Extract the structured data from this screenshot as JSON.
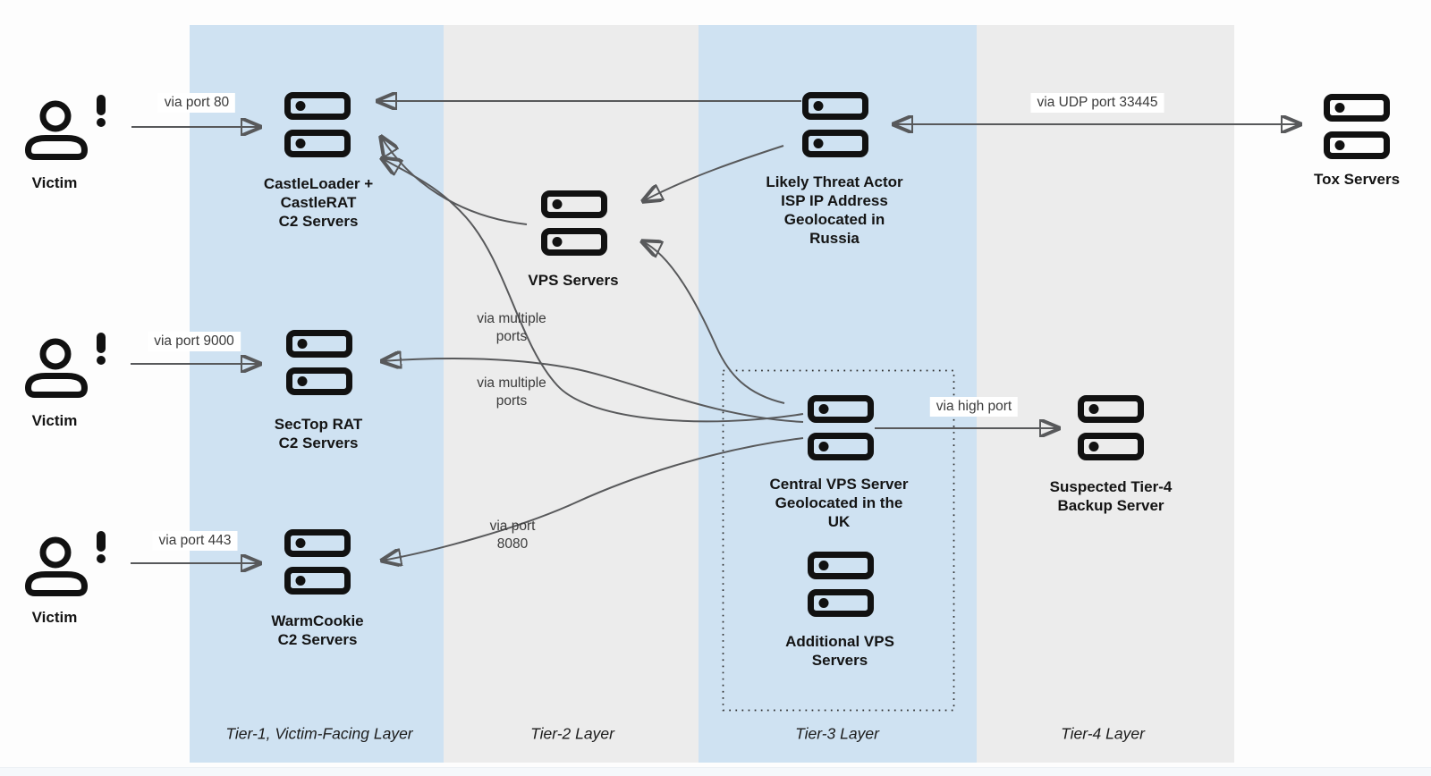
{
  "diagram": {
    "tiers": [
      {
        "label": "Tier-1, Victim-Facing Layer"
      },
      {
        "label": "Tier-2 Layer"
      },
      {
        "label": "Tier-3 Layer"
      },
      {
        "label": "Tier-4 Layer"
      }
    ],
    "victims": [
      {
        "label": "Victim"
      },
      {
        "label": "Victim"
      },
      {
        "label": "Victim"
      }
    ],
    "nodes": {
      "castleloader": {
        "lines": [
          "CastleLoader +",
          "CastleRAT",
          "C2 Servers"
        ]
      },
      "sectop": {
        "lines": [
          "SecTop RAT",
          "C2 Servers"
        ]
      },
      "warmcookie": {
        "lines": [
          "WarmCookie",
          "C2 Servers"
        ]
      },
      "vps": {
        "lines": [
          "VPS Servers"
        ]
      },
      "threat_actor": {
        "lines": [
          "Likely Threat Actor",
          "ISP IP Address",
          "Geolocated in",
          "Russia"
        ]
      },
      "central_vps": {
        "lines": [
          "Central VPS Server",
          "Geolocated in the",
          "UK"
        ]
      },
      "additional_vps": {
        "lines": [
          "Additional VPS",
          "Servers"
        ]
      },
      "backup": {
        "lines": [
          "Suspected Tier-4",
          "Backup Server"
        ]
      },
      "tox": {
        "lines": [
          "Tox Servers"
        ]
      }
    },
    "edge_labels": {
      "port80": "via port 80",
      "port9000": "via port 9000",
      "port443": "via port 443",
      "udp33445": "via UDP port 33445",
      "high_port": "via high port",
      "multi1": {
        "lines": [
          "via multiple",
          "ports"
        ]
      },
      "multi2": {
        "lines": [
          "via multiple",
          "ports"
        ]
      },
      "port8080": {
        "lines": [
          "via port",
          "8080"
        ]
      }
    },
    "colors": {
      "band_blue": "#cfe2f2",
      "band_gray": "#ececec",
      "line": "#58595b",
      "ink": "#111111"
    }
  }
}
